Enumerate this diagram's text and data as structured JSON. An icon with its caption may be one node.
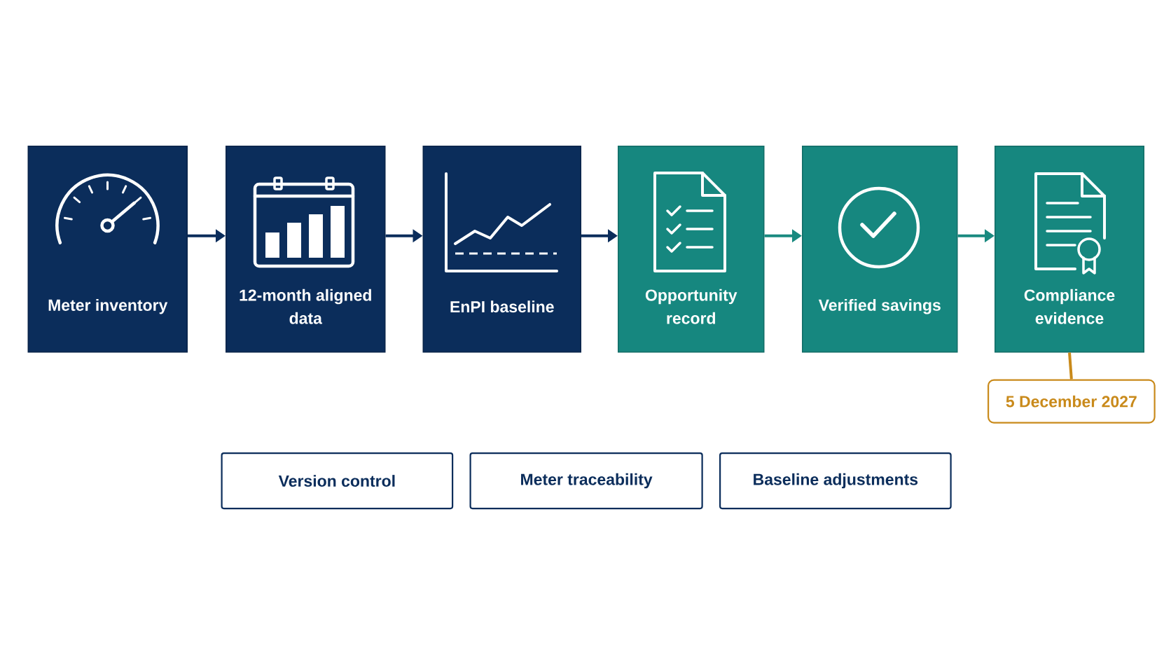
{
  "diagram": {
    "nodes": [
      {
        "text": [
          "Meter inventory"
        ]
      },
      {
        "text": [
          "12-month aligned data"
        ]
      },
      {
        "text": [
          "EnPI baseline"
        ]
      },
      {
        "text": [
          "Opportunity record"
        ]
      },
      {
        "text": [
          "Verified savings"
        ]
      },
      {
        "text": [
          "Compliance evidence"
        ]
      },
      {
        "text": [
          "5 December 2027"
        ]
      },
      {
        "text": [
          "Version control"
        ]
      },
      {
        "text": [
          "Meter traceability"
        ]
      },
      {
        "text": [
          "Baseline adjustments"
        ]
      }
    ],
    "edges": [
      {
        "from": 0,
        "to": 1,
        "arrow": "to"
      },
      {
        "from": 1,
        "to": 2,
        "arrow": "to"
      },
      {
        "from": 2,
        "to": 3,
        "arrow": "to"
      },
      {
        "from": 3,
        "to": 4,
        "arrow": "to",
        "color": "#1a8a80"
      },
      {
        "from": 4,
        "to": 5,
        "arrow": "to",
        "color": "#1a8a80"
      },
      {
        "from": 5,
        "to": 6,
        "arrow": "none",
        "color": "#c98a1b"
      }
    ]
  }
}
